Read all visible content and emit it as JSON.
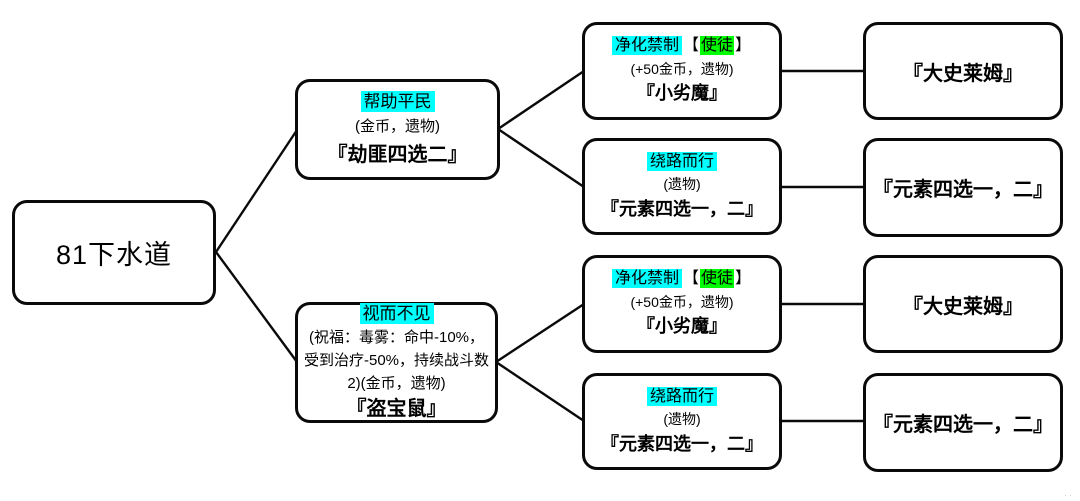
{
  "colors": {
    "highlight_cyan": "#00ffff",
    "highlight_green": "#00ff00",
    "line": "#0a0a0a"
  },
  "root": {
    "label": "81下水道"
  },
  "choices": [
    {
      "name": "帮助平民",
      "reward": "(金币，遗物)",
      "encounter": "『劫匪四选二』"
    },
    {
      "name": "视而不见",
      "detail": "(祝福：毒雾：命中-10%，受到治疗-50%，持续战斗数2)(金币，遗物)",
      "encounter": "『盗宝鼠』"
    }
  ],
  "options": [
    {
      "tag": "净化禁制",
      "bracket_open": "【",
      "role": "使徒",
      "bracket_close": "】",
      "reward": "(+50金币，遗物)",
      "encounter": "『小劣魔』"
    },
    {
      "tag": "绕路而行",
      "reward": "(遗物)",
      "encounter": "『元素四选一，二』"
    },
    {
      "tag": "净化禁制",
      "bracket_open": "【",
      "role": "使徒",
      "bracket_close": "】",
      "reward": "(+50金币，遗物)",
      "encounter": "『小劣魔』"
    },
    {
      "tag": "绕路而行",
      "reward": "(遗物)",
      "encounter": "『元素四选一，二』"
    }
  ],
  "results": [
    {
      "label": "『大史莱姆』"
    },
    {
      "label": "『元素四选一，二』"
    },
    {
      "label": "『大史莱姆』"
    },
    {
      "label": "『元素四选一，二』"
    }
  ],
  "watermark": "··"
}
